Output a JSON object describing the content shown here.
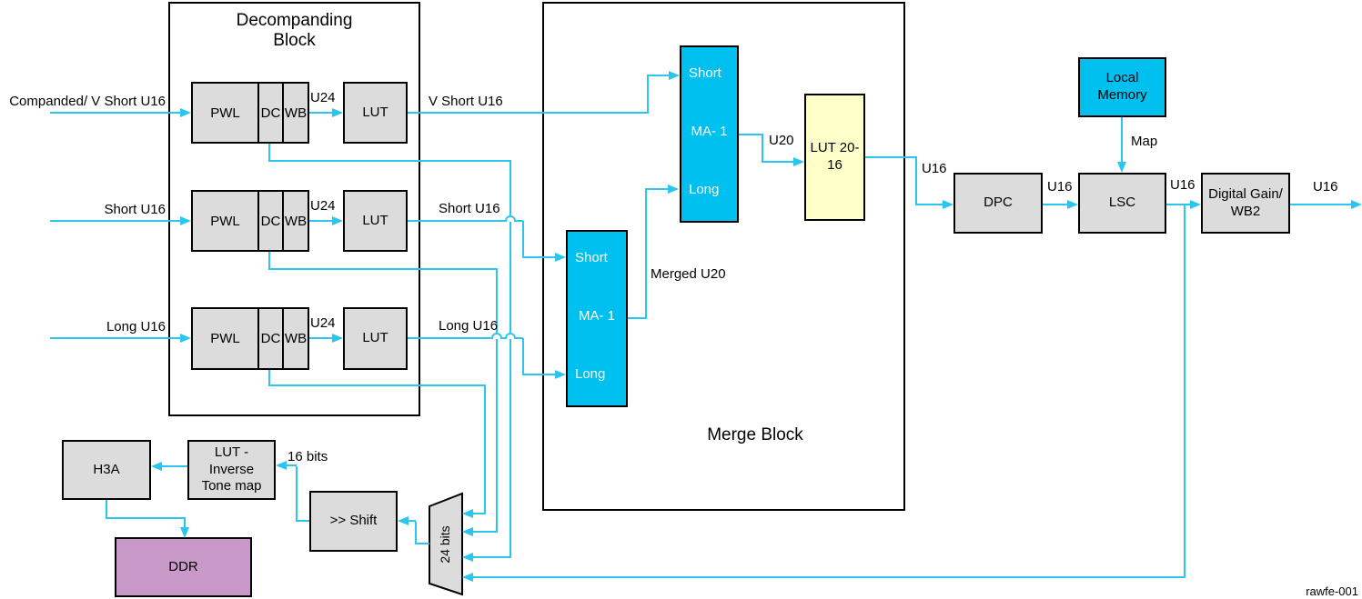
{
  "titles": {
    "decompanding": "Decompanding Block",
    "merge": "Merge Block"
  },
  "blocks": {
    "pwl": "PWL",
    "dc": "DC",
    "wb": "WB",
    "lut": "LUT",
    "ma1": {
      "short": "Short",
      "mid": "MA- 1",
      "long": "Long"
    },
    "lut2016": "LUT 20- 16",
    "dpc": "DPC",
    "lsc": "LSC",
    "local_memory": "Local Memory",
    "digital_gain": "Digital Gain/ WB2",
    "h3a": "H3A",
    "lut_inverse_tone_map": "LUT - Inverse Tone map",
    "shift": ">> Shift",
    "mux": "24 bits",
    "ddr": "DDR"
  },
  "wire_labels": {
    "input_vshort": "Companded/ V Short U16",
    "input_short": "Short U16",
    "input_long": "Long U16",
    "u24": "U24",
    "out_vshort": "V Short U16",
    "out_short": "Short U16",
    "out_long": "Long U16",
    "merged": "Merged U20",
    "u20": "U20",
    "u16": "U16",
    "map": "Map",
    "bits16": "16 bits"
  },
  "footer": "rawfe-001",
  "colors": {
    "cyan_block": "#00c0f0",
    "wire": "#2cc5f0",
    "gray_block": "#dcdcdc",
    "yellow_block": "#ffffc9",
    "purple_block": "#c999c9",
    "border": "#000000",
    "background": "#ffffff"
  }
}
